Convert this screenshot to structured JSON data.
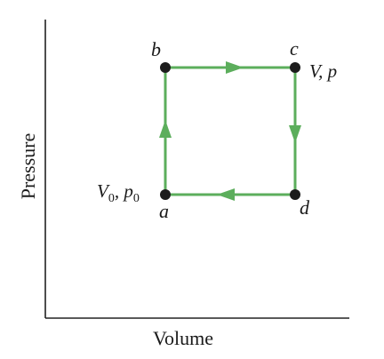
{
  "axes": {
    "x_label": "Volume",
    "y_label": "Pressure"
  },
  "points": {
    "a": {
      "letter": "a",
      "value": "V",
      "value_sub": "0",
      "value_sep": ", ",
      "value2": "p",
      "value2_sub": "0"
    },
    "b": {
      "letter": "b"
    },
    "c": {
      "letter": "c",
      "value": "V, p"
    },
    "d": {
      "letter": "d"
    }
  },
  "colors": {
    "path": "#5cae5c",
    "point": "#1c1c1c",
    "axis": "#222222"
  },
  "cycle_order": [
    "a",
    "b",
    "c",
    "d"
  ]
}
